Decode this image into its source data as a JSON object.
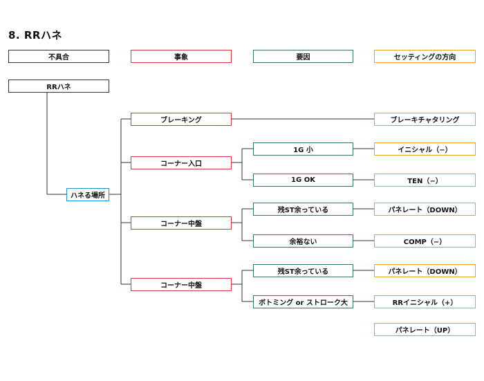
{
  "title": "8. RRハネ",
  "colors": {
    "black": "#333333",
    "red": "#d9363e",
    "green": "#2e7d5a",
    "orange": "#f0a020",
    "blue": "#1f8fd0"
  },
  "headers": {
    "defect": "不具合",
    "phenomenon": "事象",
    "cause": "要因",
    "setting": "セッティングの方向"
  },
  "root": "RRハネ",
  "location": "ハネる場所",
  "phenomena": {
    "braking": "ブレーキング",
    "corner_entry": "コーナー入口",
    "corner_mid_1": "コーナー中盤",
    "corner_mid_2": "コーナー中盤"
  },
  "causes": {
    "g_small": "1G 小",
    "g_ok": "1G OK",
    "st_remain_1": "残ST余っている",
    "margin_none": "余裕ない",
    "st_remain_2": "残ST余っている",
    "bottoming": "ボトミング or ストローク大"
  },
  "settings": {
    "brake_chatter": "ブレーキチャタリング",
    "initial_minus": "イニシャル（−）",
    "ten_minus": "TEN（−）",
    "panel_down_1": "パネレート（DOWN）",
    "comp_minus": "COMP（−）",
    "panel_down_2": "パネレート（DOWN）",
    "rr_initial_plus": "RRイニシャル（+）",
    "panel_up": "パネレート（UP）"
  }
}
